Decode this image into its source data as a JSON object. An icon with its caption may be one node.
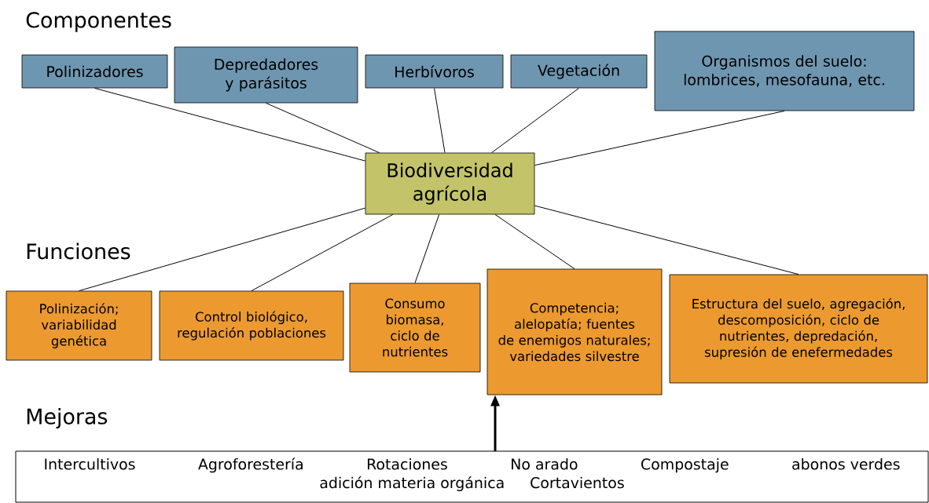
{
  "diagram": {
    "nodes": [
      {
        "text": [
          "Biodiversidad agrícola"
        ]
      },
      {
        "text": [
          "Polinizadores"
        ]
      },
      {
        "text": [
          "Depredadores y parásitos"
        ]
      },
      {
        "text": [
          "Herbívoros"
        ]
      },
      {
        "text": [
          "Vegetación"
        ]
      },
      {
        "text": [
          "Organismos del suelo: lombrices, mesofauna, etc."
        ]
      },
      {
        "text": [
          "Polinización; variabilidad genética"
        ]
      },
      {
        "text": [
          "Control biológico, regulación poblaciones"
        ]
      },
      {
        "text": [
          "Consumo biomasa, ciclo de nutrientes"
        ]
      },
      {
        "text": [
          "Competencia; alelopatía; fuentes de enemigos naturales; variedades silvestre"
        ]
      },
      {
        "text": [
          "Estructura del suelo, agregación, descomposición, ciclo de nutrientes, depredación, supresión de enefermedades"
        ]
      },
      {
        "text": [
          "Intercultivos",
          "Agroforestería",
          "Rotaciones",
          "No arado",
          "Compostaje",
          "abonos verdes",
          "adición materia orgánica",
          "Cortavientos"
        ]
      }
    ],
    "edges": [
      {
        "from": 1,
        "to": 0,
        "arrow": "none"
      },
      {
        "from": 2,
        "to": 0,
        "arrow": "none"
      },
      {
        "from": 3,
        "to": 0,
        "arrow": "none"
      },
      {
        "from": 4,
        "to": 0,
        "arrow": "none"
      },
      {
        "from": 5,
        "to": 0,
        "arrow": "none"
      },
      {
        "from": 0,
        "to": 6,
        "arrow": "none"
      },
      {
        "from": 0,
        "to": 7,
        "arrow": "none"
      },
      {
        "from": 0,
        "to": 8,
        "arrow": "none"
      },
      {
        "from": 0,
        "to": 9,
        "arrow": "none"
      },
      {
        "from": 0,
        "to": 10,
        "arrow": "none"
      },
      {
        "from": 11,
        "to": 9,
        "arrow": "to",
        "style": "thick"
      }
    ],
    "labels": [
      "Componentes",
      "Funciones",
      "Mejoras"
    ]
  }
}
